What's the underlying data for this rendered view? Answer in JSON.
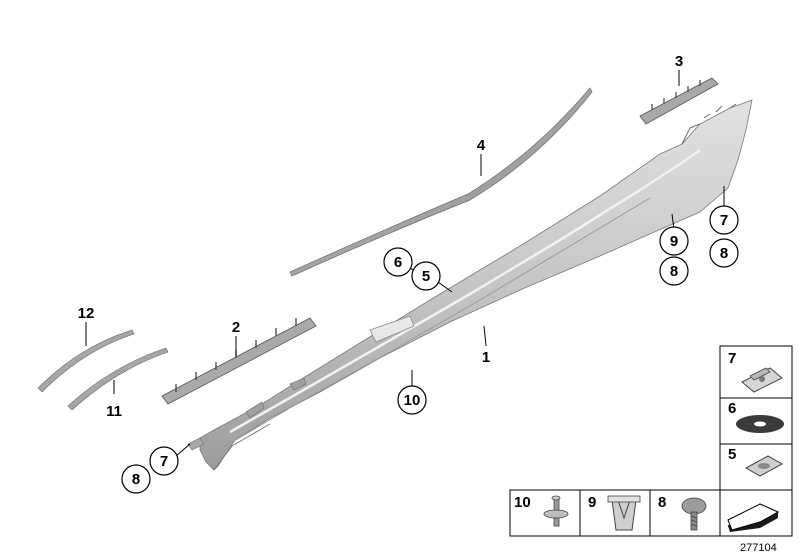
{
  "callouts": {
    "c1": "1",
    "c2": "2",
    "c3": "3",
    "c4": "4",
    "c5": "5",
    "c6": "6",
    "c7_right": "7",
    "c8_right_upper": "8",
    "c9": "9",
    "c8_right_lower": "8",
    "c10": "10",
    "c11": "11",
    "c12": "12",
    "c7_left": "7",
    "c8_left": "8"
  },
  "legend": {
    "clip_nut": "7",
    "washer": "6",
    "clip": "5",
    "rivet": "10",
    "expanding_nut": "9",
    "screw": "8"
  },
  "diagram_number": "277104",
  "colors": {
    "part_fill": "#c4c4c4",
    "part_light": "#dedede",
    "part_dark": "#8a8a8a",
    "outline": "#000000"
  }
}
